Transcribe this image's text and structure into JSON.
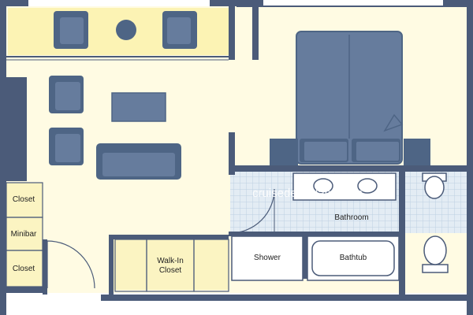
{
  "colors": {
    "floor": "#fffbe3",
    "balcony": "#fcf3b4",
    "wall": "#4b5b79",
    "furniture": "#667c9d",
    "bed_dark": "#4e6585",
    "fixture": "#ffffff",
    "tile": "#e3ecf4",
    "tile_line": "#bcd0e2",
    "closet": "#fbf4c2"
  },
  "rooms": {
    "bathroom": "Bathroom",
    "shower": "Shower",
    "bathtub": "Bathtub",
    "walk_in_closet": [
      "Walk-In",
      "Closet"
    ],
    "closet_top": "Closet",
    "minibar": "Minibar",
    "closet_bottom": "Closet"
  },
  "watermark": "cruisedeckplans.com"
}
